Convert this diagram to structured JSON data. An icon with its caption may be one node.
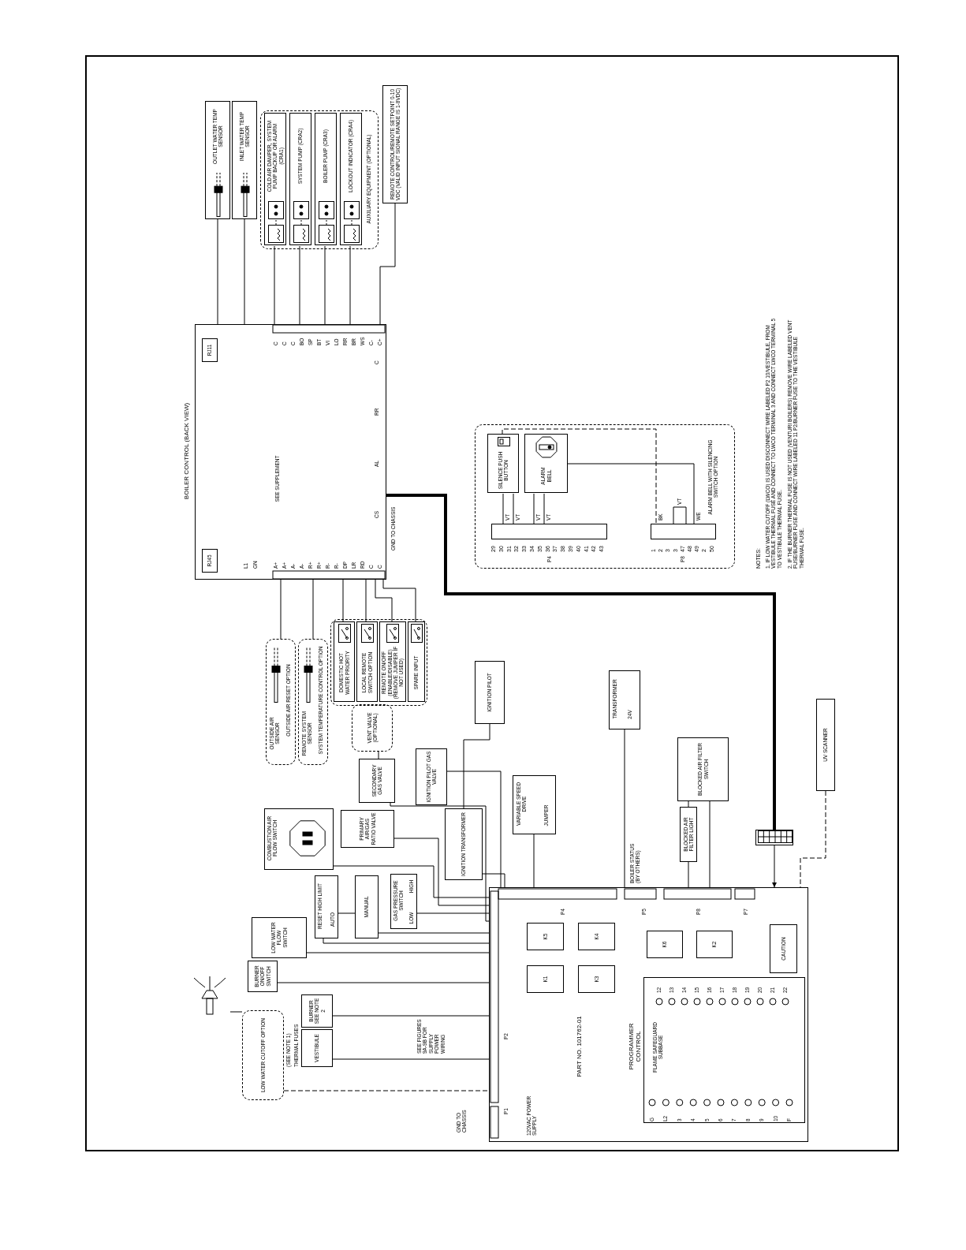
{
  "diagram": {
    "nodes": [
      {
        "text": [
          "BOILER CONTROL (BACK VIEW)",
          "SEE SUPPLEMENT"
        ]
      },
      {
        "text": [
          "OUTLET WATER TEMP SENSOR"
        ]
      },
      {
        "text": [
          "INLET WATER TEMP SENSOR"
        ]
      },
      {
        "text": [
          "AUXILIARY EQUIPMENT (OPTIONAL)"
        ]
      },
      {
        "text": [
          "COLD AIR DAMPER, SYSTEM PUMP BACKUP OR ALARM (CRA1)"
        ],
        "in": 3
      },
      {
        "text": [
          "SYSTEM PUMP (CRA2)"
        ],
        "in": 3
      },
      {
        "text": [
          "BOILER PUMP (CRA3)"
        ],
        "in": 3
      },
      {
        "text": [
          "LOCKOUT INDICATOR (CRA4)"
        ],
        "in": 3
      },
      {
        "text": [
          "REMOTE CONTROL/REMOTE SETPOINT 0-10 VDC (VALID INPUT SIGNAL RANGE IS 1-8VDC)"
        ]
      },
      {
        "text": [
          "OUTSIDE AIR SENSOR",
          "OUTSIDE AIR RESET OPTION"
        ]
      },
      {
        "text": [
          "REMOTE SYSTEM SENSOR",
          "SYSTEM TEMPERATURE CONTROL OPTION"
        ]
      },
      {
        "text": [],
        "shape": "box"
      },
      {
        "text": [
          "DOMESTIC HOT WATER PRIORITY"
        ],
        "in": 11
      },
      {
        "text": [
          "LOCAL REMOTE SWITCH OPTION"
        ],
        "in": 11
      },
      {
        "text": [
          "REMOTE ON/OFF (ENABLE/DISABLE) (REMOVE JUMPER IF NOT USED)"
        ],
        "in": 11
      },
      {
        "text": [
          "SPARE INPUT"
        ],
        "in": 11
      },
      {
        "text": [
          "VENT VALVE (OPTIONAL)"
        ]
      },
      {
        "text": [
          "SECONDARY GAS VALVE"
        ]
      },
      {
        "text": [
          "IGNITION PILOT GAS VALVE"
        ]
      },
      {
        "text": [
          "PRIMARY AIR/GAS RATIO VALVE"
        ]
      },
      {
        "text": [
          "COMBUSTION AIR FLOW SWITCH"
        ]
      },
      {
        "text": [
          "RESET HIGH LIMIT",
          "AUTO"
        ]
      },
      {
        "text": [
          "MANUAL"
        ]
      },
      {
        "text": [
          "LOW WATER FLOW SWITCH"
        ]
      },
      {
        "text": [
          "BURNER ON/OFF SWITCH"
        ]
      },
      {
        "text": [
          "GAS PRESSURE SWITCH",
          "LOW",
          "HIGH"
        ]
      },
      {
        "text": [
          "VESTIBULE"
        ]
      },
      {
        "text": [
          "BURNER SEE NOTE 2"
        ]
      },
      {
        "text": [
          "LOW WATER CUTOFF OPTION"
        ]
      },
      {
        "text": [],
        "shape": "picture"
      },
      {
        "text": [
          "IGNITION TRANSFORMER"
        ]
      },
      {
        "text": [
          "IGNITION PILOT"
        ]
      },
      {
        "text": [
          "VARIABLE SPEED DRIVE",
          "JUMPER"
        ]
      },
      {
        "text": [
          "TRANSFORMER",
          "24V"
        ]
      },
      {
        "text": [
          "BLOCKED AIR FILTER SWITCH"
        ]
      },
      {
        "text": [
          "BLOCKED AIR FILTER LIGHT"
        ]
      },
      {
        "text": [
          "UV SCANNER"
        ]
      },
      {
        "text": [
          "PART NO. 101762-01",
          "PROGRAMMER CONTROL"
        ]
      },
      {
        "text": [
          "ALARM BELL WITH SILENCING SWITCH OPTION"
        ]
      },
      {
        "text": [
          "SILENCE PUSH BUTTON"
        ],
        "in": 38
      },
      {
        "text": [
          "ALARM BELL"
        ],
        "in": 38
      },
      {
        "text": [],
        "shape": "box"
      },
      {
        "text": [
          "K5"
        ],
        "in": 37
      },
      {
        "text": [
          "K4"
        ],
        "in": 37
      },
      {
        "text": [
          "K1"
        ],
        "in": 37
      },
      {
        "text": [
          "K3"
        ],
        "in": 37
      },
      {
        "text": [
          "K6"
        ],
        "in": 37
      },
      {
        "text": [
          "K2"
        ],
        "in": 37
      },
      {
        "text": [
          "CAUTION"
        ],
        "in": 37
      },
      {
        "text": [
          "FLAME SAFEGUARD SUBBASE"
        ],
        "in": 37
      },
      {
        "text": [
          "RJ11"
        ],
        "in": 0
      },
      {
        "text": [
          "RJ45"
        ],
        "in": 0
      },
      {
        "text": [],
        "shape": "bar",
        "in": 38
      },
      {
        "text": [],
        "shape": "bar",
        "in": 38
      }
    ],
    "edges": [
      {
        "from": 1,
        "to": 0,
        "arrow": "none"
      },
      {
        "from": 2,
        "to": 0,
        "arrow": "none"
      },
      {
        "from": 4,
        "to": 0,
        "arrow": "none"
      },
      {
        "from": 5,
        "to": 0,
        "arrow": "none"
      },
      {
        "from": 6,
        "to": 0,
        "arrow": "none"
      },
      {
        "from": 7,
        "to": 0,
        "arrow": "none"
      },
      {
        "from": 8,
        "to": 0,
        "arrow": "none"
      },
      {
        "from": 9,
        "to": 0,
        "arrow": "none"
      },
      {
        "from": 10,
        "to": 0,
        "arrow": "none"
      },
      {
        "from": 12,
        "to": 0,
        "arrow": "none"
      },
      {
        "from": 13,
        "to": 0,
        "arrow": "none"
      },
      {
        "from": 14,
        "to": 0,
        "arrow": "none"
      },
      {
        "from": 15,
        "to": 0,
        "arrow": "none"
      },
      {
        "from": 16,
        "to": 17,
        "arrow": "none"
      },
      {
        "from": 0,
        "to": 41,
        "arrow": "none",
        "style": "thick"
      },
      {
        "from": 41,
        "to": 37,
        "arrow": "to"
      },
      {
        "from": 28,
        "to": 37,
        "arrow": "none",
        "style": "dashed"
      },
      {
        "from": 29,
        "to": 28,
        "arrow": "none"
      },
      {
        "from": 26,
        "to": 37,
        "arrow": "none"
      },
      {
        "from": 27,
        "to": 37,
        "arrow": "none"
      },
      {
        "from": 24,
        "to": 37,
        "arrow": "none"
      },
      {
        "from": 23,
        "to": 37,
        "arrow": "none"
      },
      {
        "from": 21,
        "to": 37,
        "arrow": "none"
      },
      {
        "from": 22,
        "to": 37,
        "arrow": "none"
      },
      {
        "from": 25,
        "to": 37,
        "arrow": "none"
      },
      {
        "from": 20,
        "to": 37,
        "arrow": "none"
      },
      {
        "from": 19,
        "to": 37,
        "arrow": "none"
      },
      {
        "from": 17,
        "to": 37,
        "arrow": "none"
      },
      {
        "from": 18,
        "to": 37,
        "arrow": "none"
      },
      {
        "from": 30,
        "to": 37,
        "arrow": "none"
      },
      {
        "from": 31,
        "to": 30,
        "arrow": "none"
      },
      {
        "from": 32,
        "to": 37,
        "arrow": "none"
      },
      {
        "from": 33,
        "to": 37,
        "arrow": "none"
      },
      {
        "from": 34,
        "to": 37,
        "arrow": "none"
      },
      {
        "from": 35,
        "to": 37,
        "arrow": "none"
      },
      {
        "from": 34,
        "to": 35,
        "arrow": "none"
      },
      {
        "from": 36,
        "to": 37,
        "arrow": "none",
        "style": "dashed"
      },
      {
        "from": 21,
        "to": 22,
        "arrow": "none"
      },
      {
        "from": 39,
        "to": 52,
        "arrow": "none"
      },
      {
        "from": 39,
        "to": 52,
        "arrow": "none"
      },
      {
        "from": 40,
        "to": 52,
        "arrow": "none"
      },
      {
        "from": 40,
        "to": 52,
        "arrow": "none"
      },
      {
        "from": 39,
        "to": 53,
        "arrow": "none",
        "style": "dashed"
      },
      {
        "from": 40,
        "to": 53,
        "arrow": "none"
      }
    ],
    "labels": [
      "C",
      "C",
      "C",
      "BO",
      "SP",
      "BT",
      "VI",
      "LO",
      "RR",
      "BR",
      "WS",
      "C-",
      "C+",
      "A+",
      "A+",
      "A-",
      "A-",
      "R+",
      "R+",
      "R-",
      "R-",
      "DP",
      "LR",
      "RD",
      "C",
      "C",
      "L1",
      "GN",
      "C",
      "RR",
      "AL",
      "CS",
      "GND TO CHASSIS",
      "(SEE NOTE 1)",
      "THERMAL FUSES",
      "SEE FIGURES 9A-9B FOR SUPPLY POWER WIRING",
      "GND TO CHASSIS",
      "BOILER STATUS (BY OTHERS)",
      "P4",
      "29",
      "30",
      "31",
      "32",
      "33",
      "34",
      "35",
      "36",
      "37",
      "38",
      "39",
      "40",
      "41",
      "42",
      "43",
      "P8",
      "1",
      "2",
      "3",
      "3",
      "47",
      "48",
      "49",
      "2",
      "50",
      "VT",
      "VT",
      "VT",
      "VT",
      "BK",
      "VT",
      "WE",
      "P1",
      "P2",
      "120VAC POWER SUPPLY",
      "P4",
      "P5",
      "P8",
      "P7",
      "12",
      "13",
      "14",
      "15",
      "16",
      "17",
      "18",
      "19",
      "20",
      "21",
      "22",
      "G",
      "L2",
      "3",
      "4",
      "5",
      "6",
      "7",
      "8",
      "9",
      "10",
      "F",
      "NOTES:",
      "1. IF LOW WATER CUTOFF (LWCO) IS USED DISCONNECT WIRE LABELED P2 10/VESTIBULE, FROM VESTIBULE THERMAL FUSE AND CONNECT TO LWCO TERMINAL 3 AND CONNECT LWCO TERMINAL 5 TO VESTIBULE THERMAL FUSE.",
      "2. IF THE BURNER THERMAL FUSE IS NOT USED (VENTURI BOILERS) REMOVE WIRE LABELED VENT FUSE/BURNER FUSE AND CONNECT WIRE LABELED 11 P2/BURNER FUSE TO THE VESTIBULE THERMAL FUSE."
    ]
  }
}
